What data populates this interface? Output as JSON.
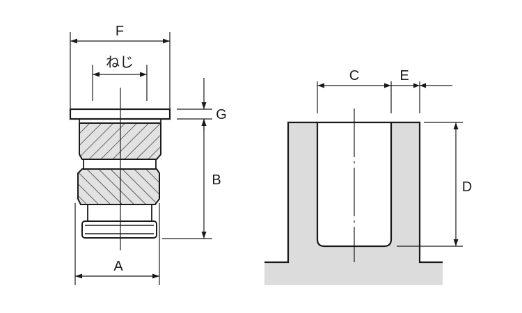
{
  "labels": {
    "F": "F",
    "neji": "ねじ",
    "G": "G",
    "B": "B",
    "A": "A",
    "C": "C",
    "E": "E",
    "D": "D"
  },
  "colors": {
    "line": "#1a1a1a",
    "boss_fill": "#dcdcdc",
    "knurl_fill": "#e2e2e2",
    "background": "#ffffff"
  }
}
